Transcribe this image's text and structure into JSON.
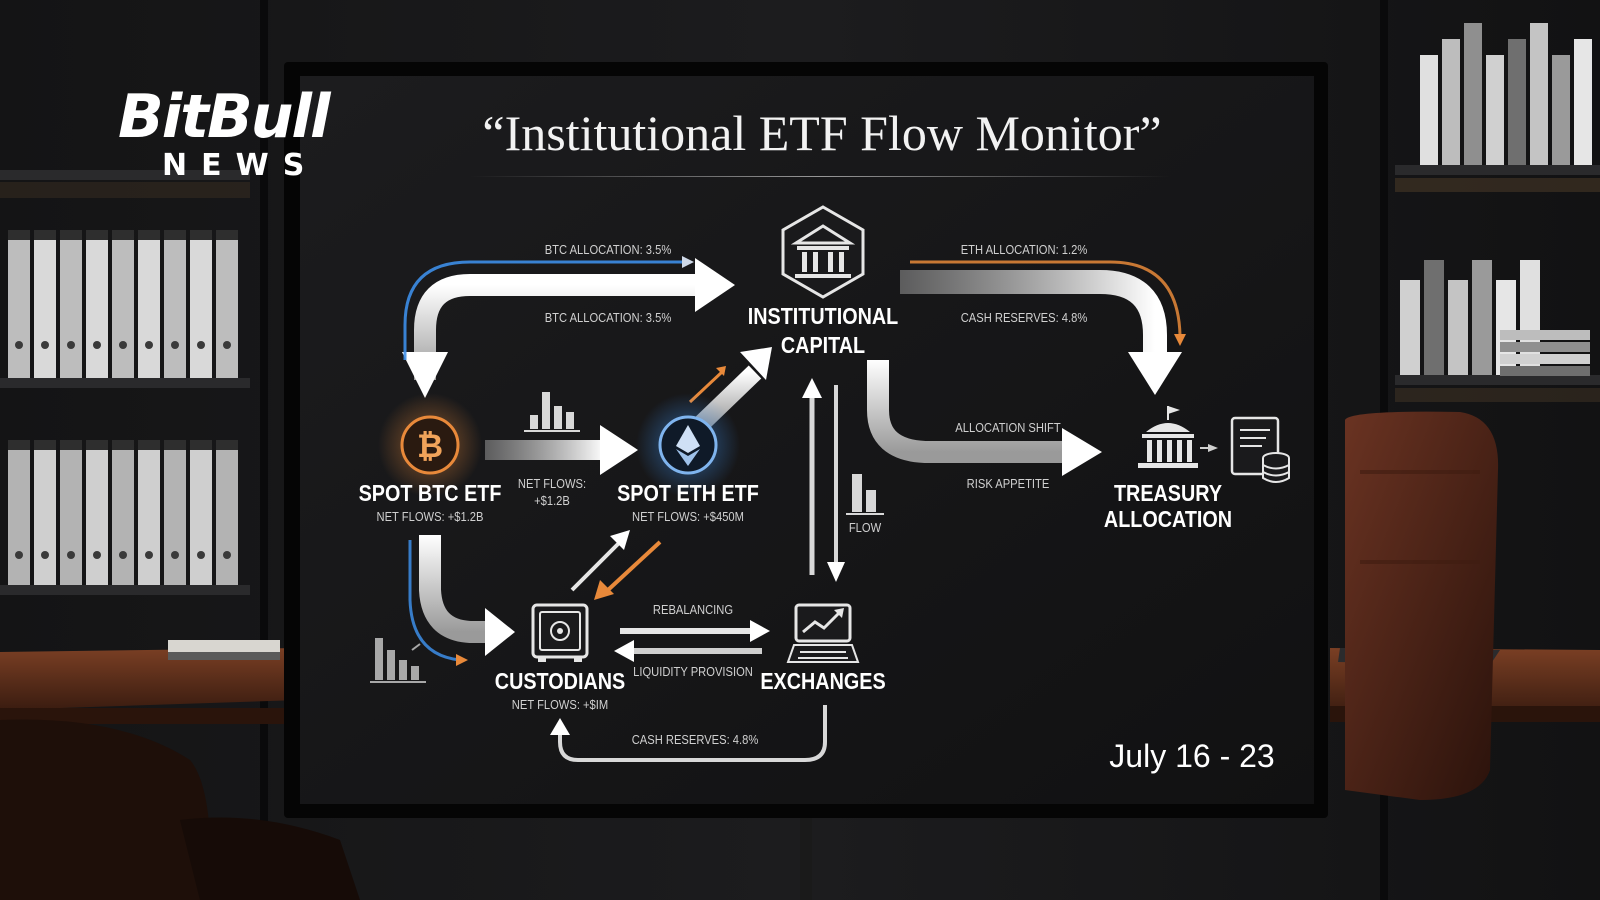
{
  "brand": {
    "name": "BitBull",
    "subtitle": "NEWS"
  },
  "title": "“Institutional ETF Flow Monitor”",
  "date_range": "July 16 - 23",
  "nodes": {
    "institutional_capital": {
      "line1": "INSTITUTIONAL",
      "line2": "CAPITAL"
    },
    "spot_btc_etf": {
      "name": "SPOT BTC ETF",
      "flows": "NET FLOWS: +$1.2B"
    },
    "spot_eth_etf": {
      "name": "SPOT ETH ETF",
      "flows": "NET FLOWS: +$450M"
    },
    "custodians": {
      "name": "CUSTODIANS",
      "flows": "NET FLOWS: +$IM"
    },
    "exchanges": {
      "name": "EXCHANGES"
    },
    "treasury_allocation": {
      "line1": "TREASURY",
      "line2": "ALLOCATION"
    }
  },
  "flow_labels": {
    "btc_allocation_top": "BTC ALLOCATION: 3.5%",
    "btc_allocation_bottom": "BTC ALLOCATION: 3.5%",
    "eth_allocation": "ETH ALLOCATION: 1.2%",
    "cash_reserves_top": "CASH RESERVES: 4.8%",
    "allocation_shift": "ALLOCATION SHIFT",
    "risk_appetite": "RISK APPETITE",
    "net_flows_line1": "NET FLOWS:",
    "net_flows_line2": "+$1.2B",
    "flow": "FLOW",
    "rebalancing": "REBALANCING",
    "liquidity_provision": "LIQUIDITY PROVISION",
    "cash_reserves_bottom": "CASH RESERVES: 4.8%"
  },
  "icons": [
    "bank-icon",
    "bitcoin-icon",
    "ethereum-icon",
    "vault-icon",
    "trading-terminal-icon",
    "treasury-building-icon",
    "document-coins-icon",
    "bar-chart-icon"
  ],
  "colors": {
    "accent_orange": "#e8893a",
    "accent_blue": "#3d8ee8",
    "arrow_white": "#f4f4f4",
    "board_bg": "#161618"
  }
}
